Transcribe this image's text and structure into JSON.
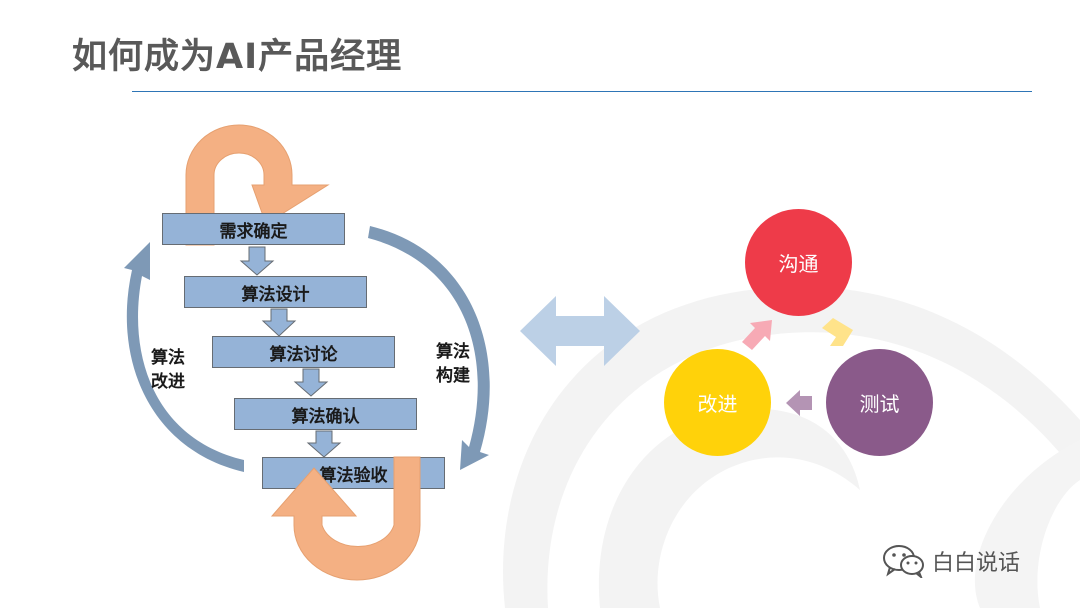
{
  "title": "如何成为AI产品经理",
  "steps": [
    {
      "label": "需求确定"
    },
    {
      "label": "算法设计"
    },
    {
      "label": "算法讨论"
    },
    {
      "label": "算法确认"
    },
    {
      "label": "算法验收"
    }
  ],
  "side_labels": {
    "left": [
      "算法",
      "改进"
    ],
    "right": [
      "算法",
      "构建"
    ]
  },
  "cycle": [
    {
      "label": "沟通",
      "color": "#ee3b49"
    },
    {
      "label": "测试",
      "color": "#8a5a8a"
    },
    {
      "label": "改进",
      "color": "#ffd20a"
    }
  ],
  "watermark": {
    "icon": "wechat-icon",
    "text": "白白说话"
  },
  "colors": {
    "step_fill": "#95b3d7",
    "loop_arrow": "#f4b083",
    "curved_arrow": "#7e99b6",
    "double_arrow": "#bcd0e6",
    "rule": "#2e75b6"
  }
}
